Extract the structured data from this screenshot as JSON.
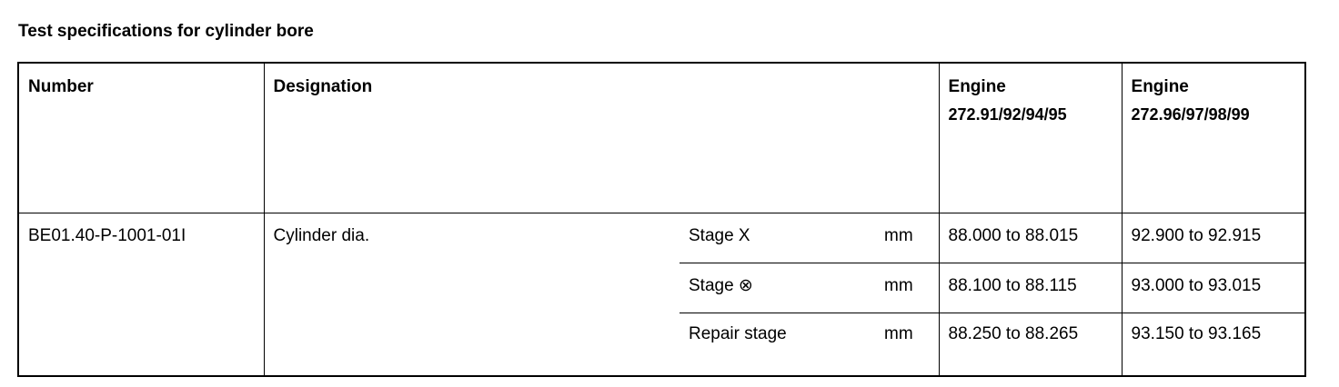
{
  "title": "Test specifications for cylinder bore",
  "table": {
    "headers": {
      "number": "Number",
      "designation": "Designation",
      "engine_a_line1": "Engine",
      "engine_a_line2": "272.91/92/94/95",
      "engine_b_line1": "Engine",
      "engine_b_line2": "272.96/97/98/99"
    },
    "entry": {
      "number": "BE01.40-P-1001-01I",
      "designation": "Cylinder dia."
    },
    "rows": [
      {
        "stage": "Stage X",
        "unit": "mm",
        "engine_a": "88.000 to 88.015",
        "engine_b": "92.900 to 92.915"
      },
      {
        "stage": "Stage ⊗",
        "unit": "mm",
        "engine_a": "88.100 to 88.115",
        "engine_b": "93.000 to 93.015"
      },
      {
        "stage": "Repair stage",
        "unit": "mm",
        "engine_a": "88.250 to 88.265",
        "engine_b": "93.150 to 93.165"
      }
    ]
  }
}
